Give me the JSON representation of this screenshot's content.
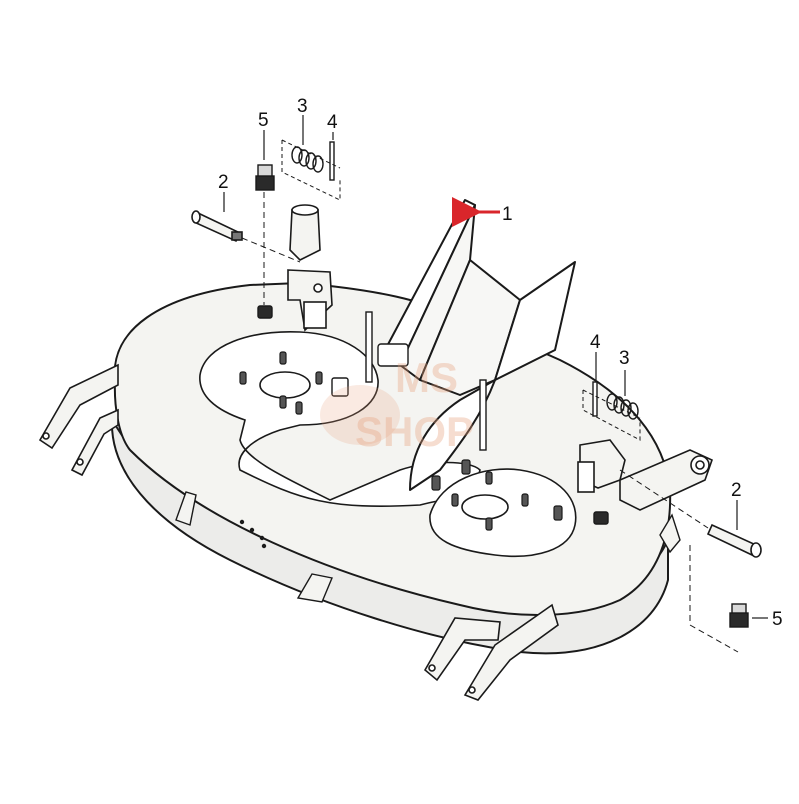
{
  "callouts": {
    "c1": "1",
    "c2_left": "2",
    "c2_right": "2",
    "c3_top": "3",
    "c3_right": "3",
    "c4_top": "4",
    "c4_right": "4",
    "c5_top": "5",
    "c5_bottom": "5"
  },
  "watermark": {
    "line1": "MS",
    "line2": "SHOP"
  },
  "colors": {
    "outline": "#1a1a1a",
    "fill": "#f4f4f1",
    "highlight_arrow": "#d9262b",
    "watermark": "#e6a07c"
  }
}
